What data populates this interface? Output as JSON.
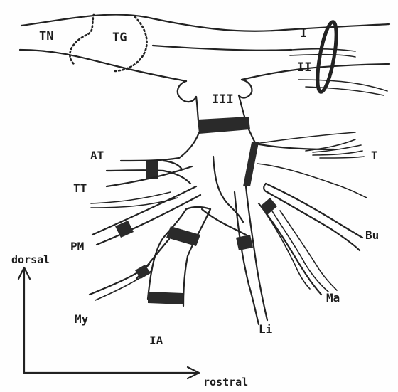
{
  "labels": {
    "tn": "TN",
    "tg": "TG",
    "i": "I",
    "ii": "II",
    "iii": "III",
    "at": "AT",
    "tt": "TT",
    "pm": "PM",
    "my": "My",
    "ia": "IA",
    "li": "Li",
    "ma": "Ma",
    "bu": "Bu",
    "t": "T"
  },
  "axes": {
    "vertical": "dorsal",
    "horizontal": "rostral"
  }
}
